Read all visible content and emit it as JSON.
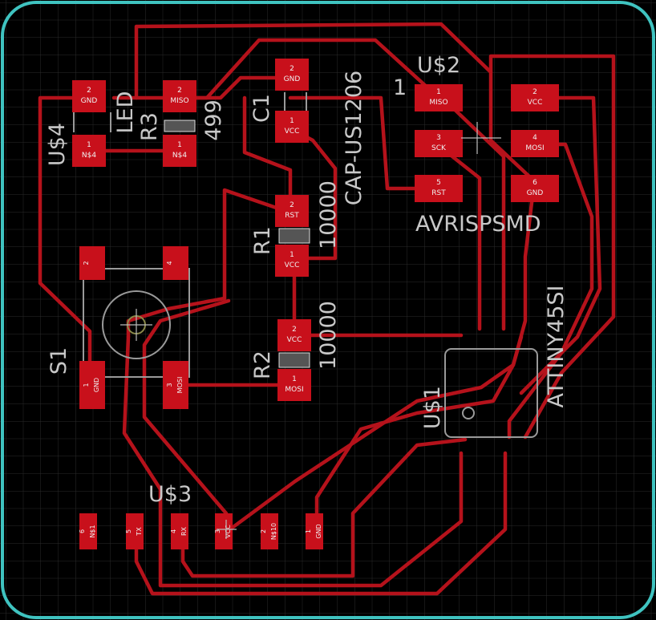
{
  "colors": {
    "background": "#000000",
    "grid": "#2a2a2a",
    "outline": "#3fc3c0",
    "trace": "#b5121b",
    "pad": "#c8101b",
    "pad_text": "#f0f0f0",
    "silk": "#c8c8c8",
    "body_outline": "#9a9a9a"
  },
  "components": {
    "led": {
      "name": "U$4",
      "value": "LED"
    },
    "r3": {
      "name": "R3",
      "value": "499"
    },
    "c1": {
      "name": "C1",
      "value": "CAP-US1206"
    },
    "r1": {
      "name": "R1",
      "value": "10000"
    },
    "r2": {
      "name": "R2",
      "value": "10000"
    },
    "s1": {
      "name": "S1"
    },
    "isp": {
      "name": "U$2",
      "value": "AVRISPSMD",
      "pin1_marker": "1"
    },
    "mcu": {
      "name": "U$1",
      "value": "ATTINY45SI"
    },
    "ftdi": {
      "name": "U$3"
    }
  },
  "pads": {
    "led_gnd": {
      "num": "2",
      "sig": "GND"
    },
    "led_ns4": {
      "num": "1",
      "sig": "N$4"
    },
    "r3_miso": {
      "num": "2",
      "sig": "MISO"
    },
    "r3_ns4": {
      "num": "1",
      "sig": "N$4"
    },
    "c1_gnd": {
      "num": "2",
      "sig": "GND"
    },
    "c1_vcc": {
      "num": "1",
      "sig": "VCC"
    },
    "r1_rst": {
      "num": "2",
      "sig": "RST"
    },
    "r1_vcc": {
      "num": "1",
      "sig": "VCC"
    },
    "r2_vcc": {
      "num": "2",
      "sig": "VCC"
    },
    "r2_mosi": {
      "num": "1",
      "sig": "MOSI"
    },
    "s1_2": {
      "num": "2",
      "sig": ""
    },
    "s1_4": {
      "num": "4",
      "sig": ""
    },
    "s1_gnd": {
      "num": "1",
      "sig": "GND"
    },
    "s1_mosi": {
      "num": "3",
      "sig": "MOSI"
    },
    "isp_miso": {
      "num": "1",
      "sig": "MISO"
    },
    "isp_sck": {
      "num": "3",
      "sig": "SCK"
    },
    "isp_rst": {
      "num": "5",
      "sig": "RST"
    },
    "isp_vcc": {
      "num": "2",
      "sig": "VCC"
    },
    "isp_mosi": {
      "num": "4",
      "sig": "MOSI"
    },
    "isp_gnd": {
      "num": "6",
      "sig": "GND"
    },
    "ftdi_1": {
      "num": "6",
      "sig": "N$1"
    },
    "ftdi_tx": {
      "num": "5",
      "sig": "TX"
    },
    "ftdi_rx": {
      "num": "4",
      "sig": "RX"
    },
    "ftdi_vcc": {
      "num": "3",
      "sig": "VCC"
    },
    "ftdi_10": {
      "num": "2",
      "sig": "N$10"
    },
    "ftdi_gnd": {
      "num": "1",
      "sig": "GND"
    }
  }
}
